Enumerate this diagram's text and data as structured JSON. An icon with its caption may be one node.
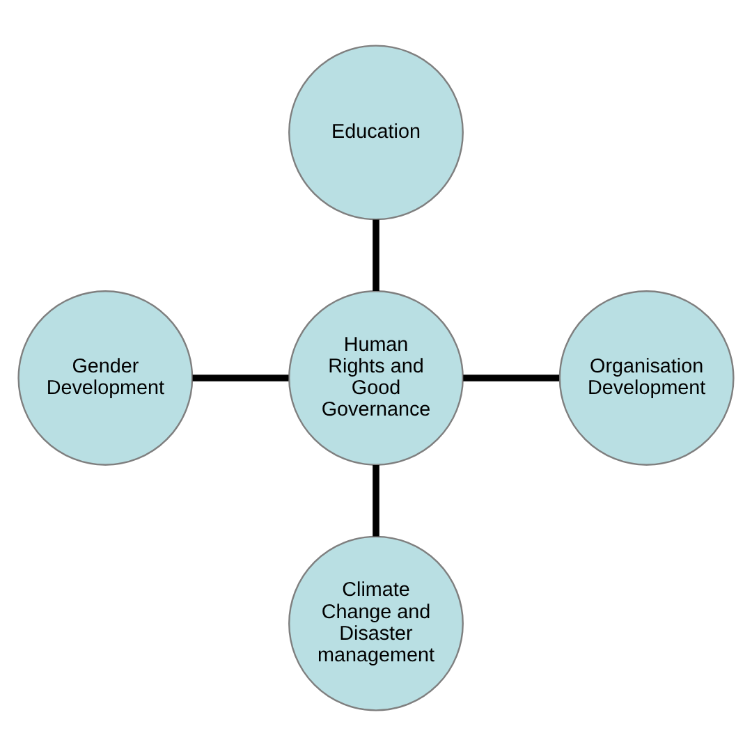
{
  "diagram": {
    "nodes": [
      {
        "text": [
          "Education"
        ]
      },
      {
        "text": [
          "Gender Development"
        ]
      },
      {
        "text": [
          "Human Rights and Good Governance"
        ]
      },
      {
        "text": [
          "Organisation Development"
        ]
      },
      {
        "text": [
          "Climate Change and Disaster management"
        ]
      }
    ],
    "edges": [
      {
        "from": 2,
        "to": 0,
        "arrow": "none"
      },
      {
        "from": 1,
        "to": 2,
        "arrow": "none"
      },
      {
        "from": 2,
        "to": 3,
        "arrow": "none"
      },
      {
        "from": 2,
        "to": 4,
        "arrow": "none"
      }
    ]
  }
}
